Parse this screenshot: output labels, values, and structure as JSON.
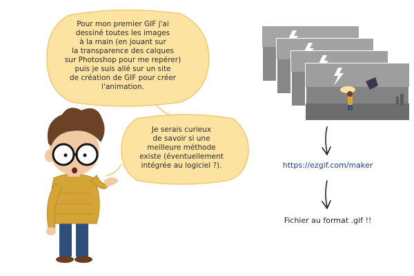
{
  "bubble1": {
    "lines": [
      "Pour mon premier GIF j'ai",
      "dessiné toutes les images",
      "à la main (en jouant sur",
      "la transparence des calques",
      "sur Photoshop pour me repérer)",
      "puis je suis allé sur un site",
      "de création de GIF pour créer",
      "l'animation."
    ]
  },
  "bubble2": {
    "lines": [
      "Je serais curieux",
      "de savoir si une",
      "meilleure méthode",
      "existe (éventuellement",
      "intégrée au logiciel ?)."
    ]
  },
  "link": {
    "text": "https://ezgif.com/maker"
  },
  "result": {
    "text": "Fichier au format .gif !!"
  },
  "icons": [
    "arrow-down-icon",
    "lightning-icon",
    "character-illustration"
  ],
  "colors": {
    "bubble": "#fde3a2",
    "bubble_outline": "#f1c873",
    "sweater": "#d4a437",
    "jeans": "#2f4f7a",
    "hair": "#6b4226",
    "link": "#1f3f8f"
  }
}
